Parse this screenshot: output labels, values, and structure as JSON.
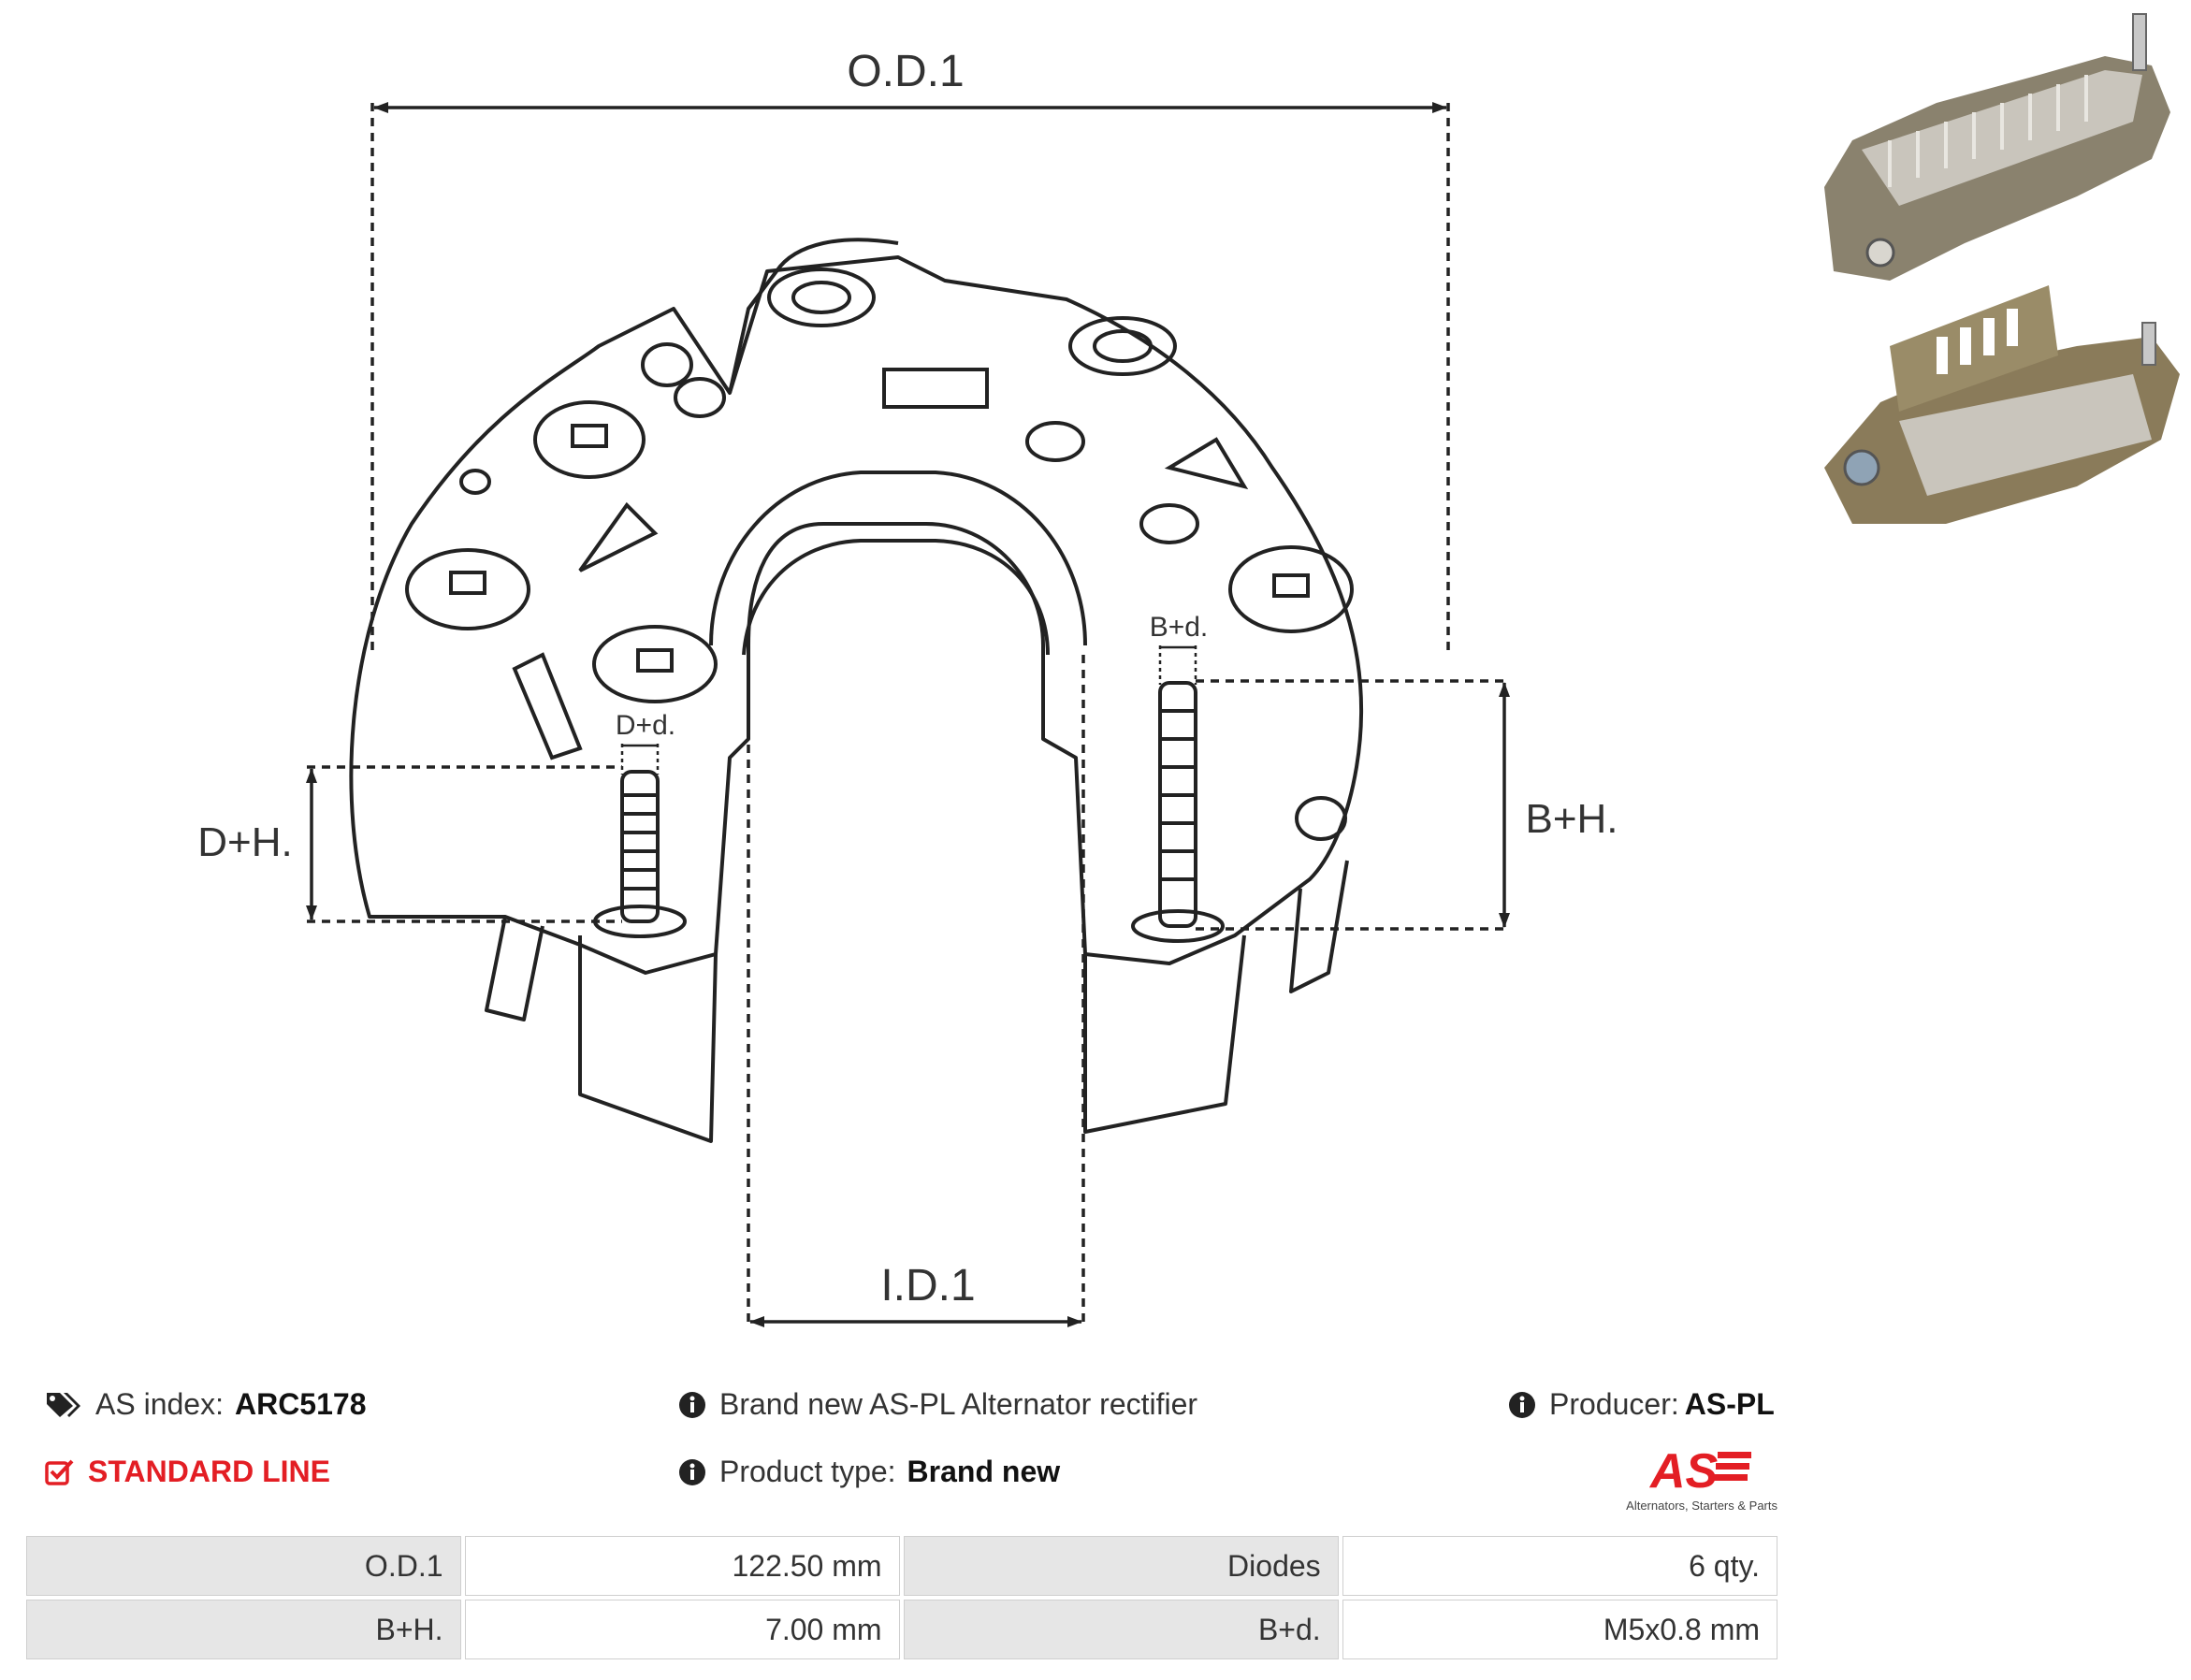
{
  "drawing": {
    "labels": {
      "od1": "O.D.1",
      "id1": "I.D.1",
      "dh": "D+H.",
      "bh": "B+H.",
      "dd": "D+d.",
      "bd": "B+d."
    }
  },
  "info": {
    "as_index_label": "AS index:",
    "as_index_value": "ARC5178",
    "standard_line": "STANDARD LINE",
    "description": "Brand new AS-PL Alternator rectifier",
    "product_type_label": "Product type:",
    "product_type_value": "Brand new",
    "producer_label": "Producer:",
    "producer_value": "AS-PL"
  },
  "logo": {
    "text": "AS",
    "tagline": "Alternators, Starters & Parts"
  },
  "specs": [
    {
      "label": "O.D.1",
      "value": "122.50 mm",
      "label2": "Diodes",
      "value2": "6 qty."
    },
    {
      "label": "B+H.",
      "value": "7.00 mm",
      "label2": "B+d.",
      "value2": "M5x0.8 mm"
    }
  ],
  "colors": {
    "accent_red": "#e31e24",
    "table_label_bg": "#e6e6e6",
    "line": "#222222"
  }
}
